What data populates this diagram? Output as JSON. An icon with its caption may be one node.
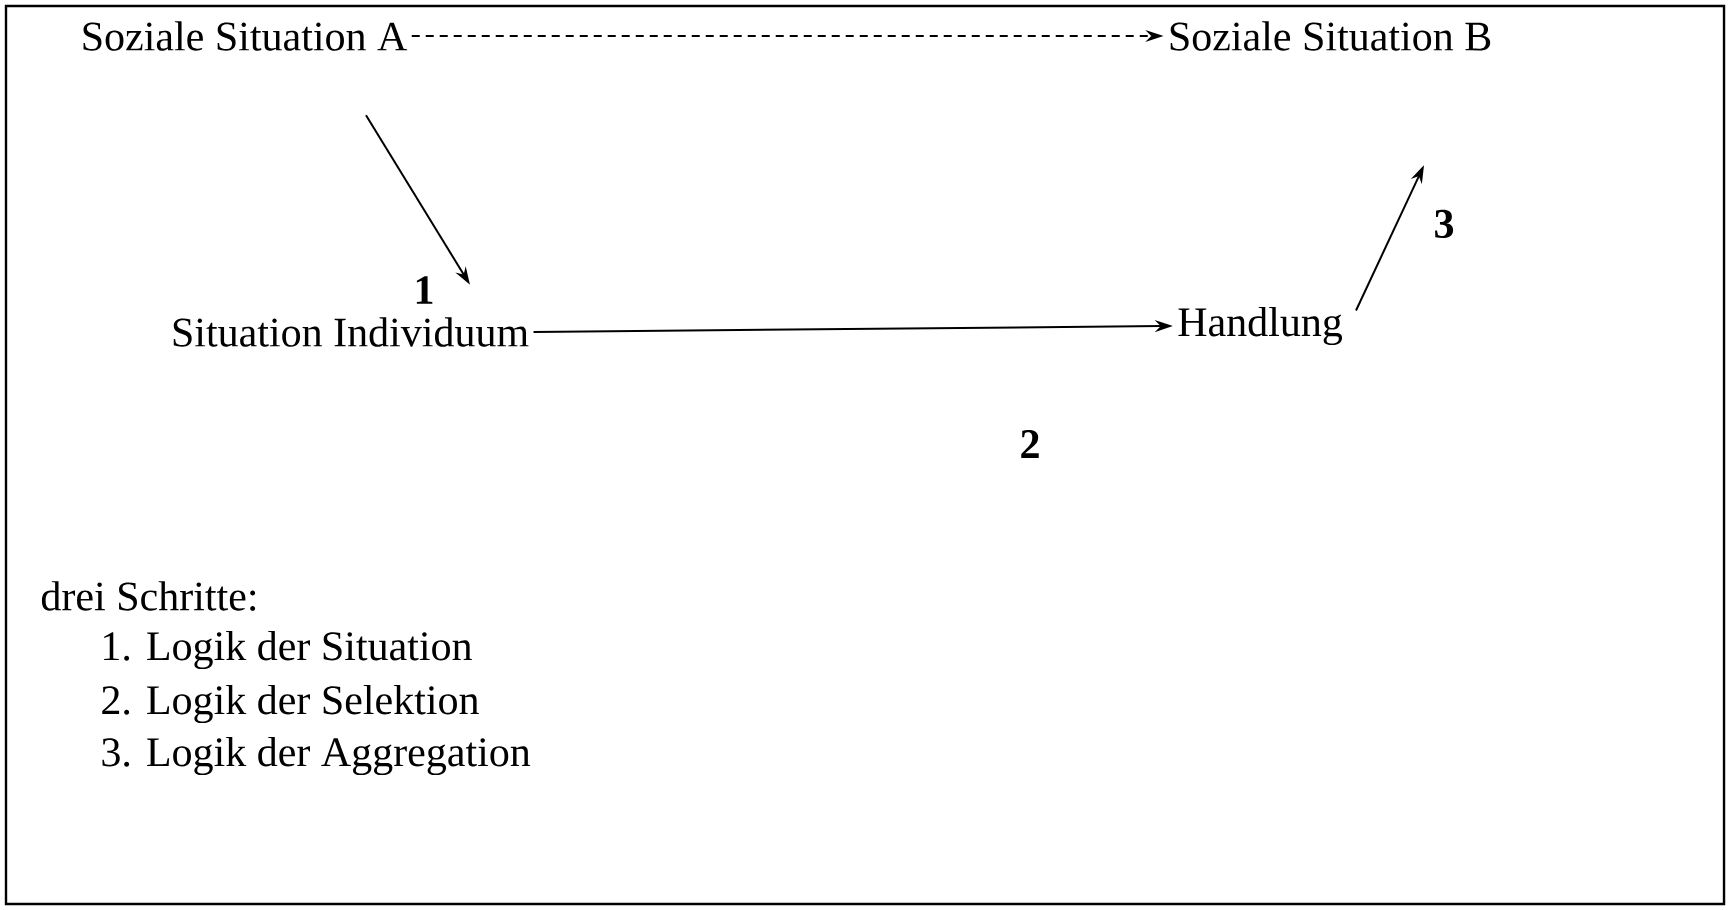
{
  "diagram": {
    "nodes": [
      {
        "text": [
          "Soziale Situation A"
        ]
      },
      {
        "text": [
          "Soziale Situation B"
        ]
      },
      {
        "text": [
          "Situation Individuum"
        ]
      },
      {
        "text": [
          "Handlung"
        ]
      }
    ],
    "edges": [
      {
        "from": 0,
        "to": 1,
        "arrow": "to",
        "style": "dashed"
      },
      {
        "from": 0,
        "to": 2,
        "arrow": "to",
        "label": "1"
      },
      {
        "from": 2,
        "to": 3,
        "arrow": "to",
        "label": "2"
      },
      {
        "from": 3,
        "to": 1,
        "arrow": "to",
        "label": "3"
      }
    ],
    "labels": [
      "drei Schritte:",
      "1. Logik der Situation",
      "2. Logik der Selektion",
      "3. Logik der Aggregation"
    ]
  }
}
